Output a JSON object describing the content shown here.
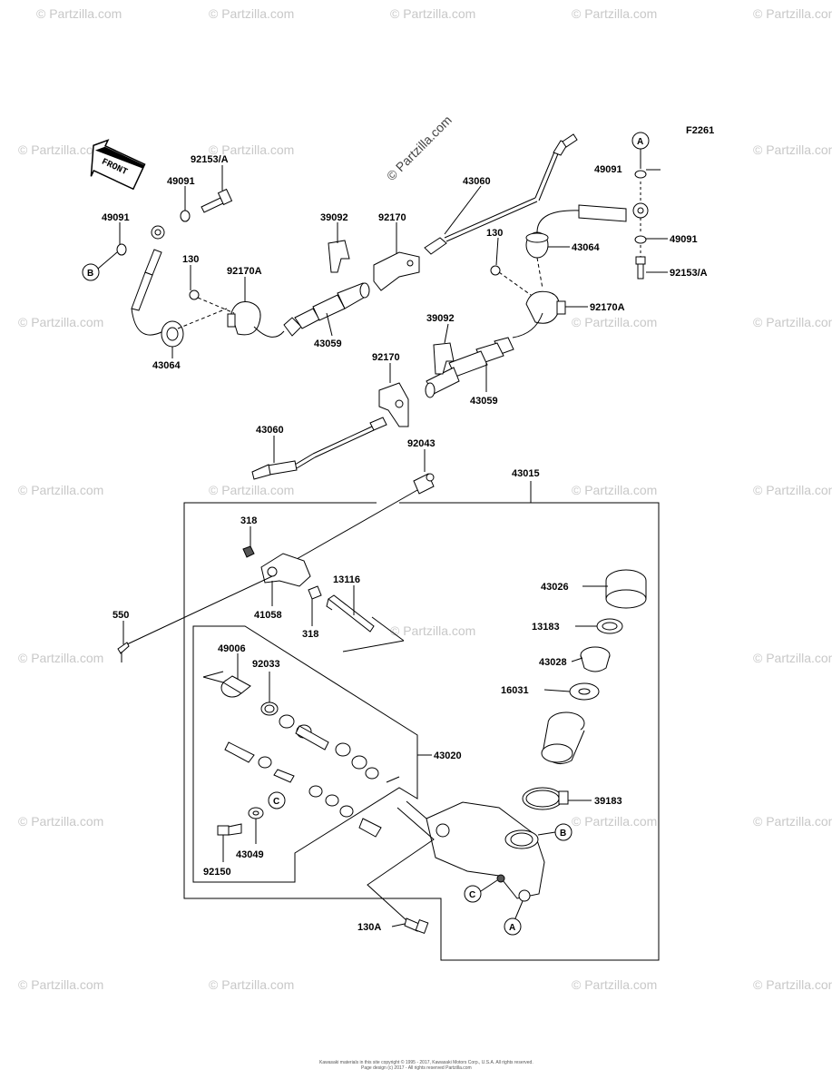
{
  "figure_code": "F2261",
  "watermark": "© Partzilla.com",
  "front_label": "FRONT",
  "footer": {
    "line1": "Kawasaki materials in this site copyright © 1995 - 2017, Kawasaki Motors Corp., U.S.A. All rights reserved.",
    "line2": "Page design (c) 2017 - All rights reserved Partzilla.com"
  },
  "labels": {
    "l43060a": "43060",
    "l39092a": "39092",
    "l92170a": "92170",
    "l130a": "130",
    "l43064a": "43064",
    "l49091a": "49091",
    "l92153a": "92153/A",
    "l49091b": "49091",
    "l49091c": "49091",
    "l130b": "130",
    "l92170Aa": "92170A",
    "l43064b": "43064",
    "l43059a": "43059",
    "l49091d": "49091",
    "l92153b": "92153/A",
    "l92170Ab": "92170A",
    "l39092b": "39092",
    "l92170b": "92170",
    "l43059b": "43059",
    "l43060b": "43060",
    "l92043": "92043",
    "l43015": "43015",
    "l318a": "318",
    "l13116": "13116",
    "l41058": "41058",
    "l318b": "318",
    "l550": "550",
    "l43026": "43026",
    "l13183": "13183",
    "l43028": "43028",
    "l16031": "16031",
    "l49006": "49006",
    "l92033": "92033",
    "l43020": "43020",
    "l39183": "39183",
    "l43049": "43049",
    "l92150": "92150",
    "l130A": "130A"
  },
  "refs": {
    "A_top": "A",
    "B_left": "B",
    "B_body": "B",
    "C_inner": "C",
    "C_body": "C",
    "A_body": "A"
  }
}
